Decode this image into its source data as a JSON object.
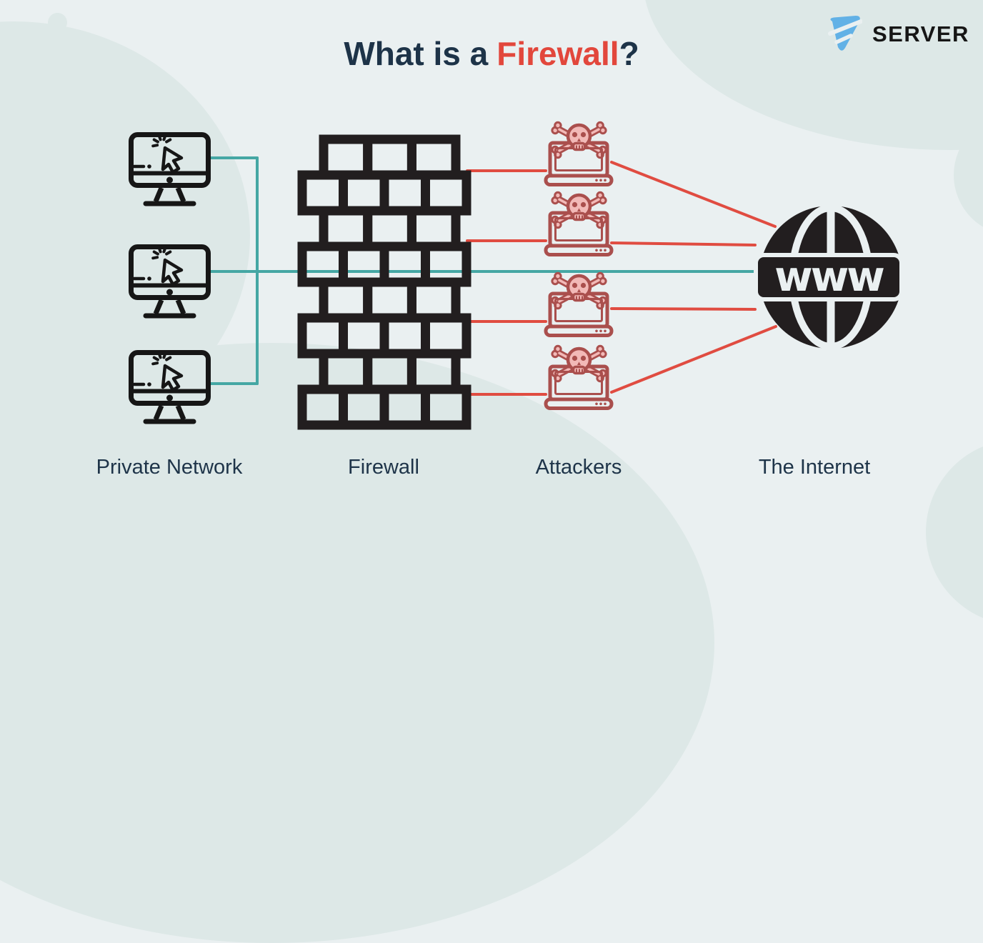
{
  "title": {
    "prefix": "What is a",
    "highlight": "Firewall",
    "suffix": "?"
  },
  "logo": {
    "brand": "SERVER"
  },
  "diagram": {
    "labels": [
      {
        "id": "private-network",
        "text": "Private Network"
      },
      {
        "id": "firewall",
        "text": "Firewall"
      },
      {
        "id": "attackers",
        "text": "Attackers"
      },
      {
        "id": "the-internet",
        "text": "The Internet"
      }
    ],
    "globe_text": "www",
    "monitor_count": "3",
    "attacker_count": "4"
  },
  "icons": {
    "monitor": "desktop-computer-with-click-cursor",
    "wall": "brick-firewall",
    "attacker": "laptop-with-skull-crossbones",
    "globe": "www-internet-globe",
    "logo_mark": "serverwala-triangle-mark"
  },
  "colors": {
    "background": "#eaf0f1",
    "blob": "#dde8e7",
    "navy": "#1d3348",
    "red_accent": "#e2473c",
    "line_red": "#e04c41",
    "line_teal": "#45a7a4",
    "icon_black": "#221e1f",
    "attacker_outline": "#aa4f4d",
    "attacker_fill": "#f2b9b7",
    "logo_blue": "#62b1e6"
  }
}
